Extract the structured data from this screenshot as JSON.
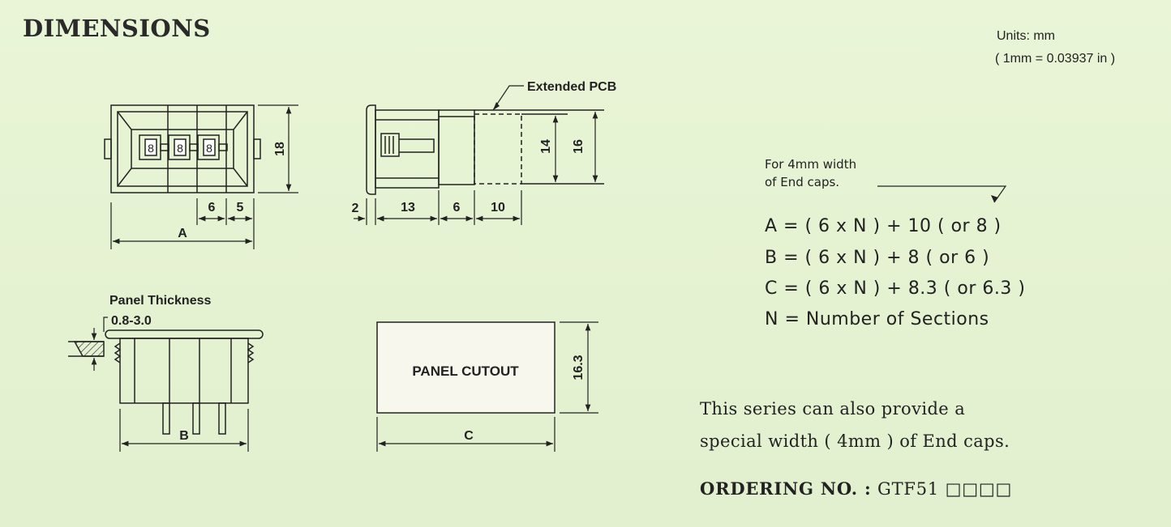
{
  "header": {
    "title": "DIMENSIONS",
    "units_line1": "Units: mm",
    "units_line2": "( 1mm = 0.03937 in )"
  },
  "drawing": {
    "front_view": {
      "dim_height": "18",
      "dim_pitch": "6",
      "dim_end": "5",
      "dim_width": "A",
      "digit": "8"
    },
    "side_view": {
      "extended_pcb_label": "Extended  PCB",
      "dim_flange": "2",
      "dim_body": "13",
      "dim_pcb1": "6",
      "dim_pcb2": "10",
      "dim_inner_height": "14",
      "dim_outer_height": "16"
    },
    "mounting_view": {
      "panel_thickness_label": "Panel  Thickness",
      "panel_thickness_range": "0.8-3.0",
      "dim_width": "B"
    },
    "panel_cutout": {
      "label": "PANEL CUTOUT",
      "dim_height": "16.3",
      "dim_width": "C"
    }
  },
  "formulas": {
    "note_line1": "For 4mm width",
    "note_line2": "of End caps.",
    "lines": [
      "A = ( 6 x N ) + 10 ( or  8 )",
      "B = ( 6 x N ) + 8 ( or  6 )",
      "C = ( 6 x N ) + 8.3 ( or  6.3 )",
      "N = Number  of  Sections"
    ]
  },
  "description": {
    "line1": "This  series  can  also  provide  a",
    "line2": "special  width ( 4mm ) of  End  caps."
  },
  "ordering": {
    "label": "ORDERING  NO. :",
    "code": "GTF51",
    "boxes": "□□□□"
  }
}
